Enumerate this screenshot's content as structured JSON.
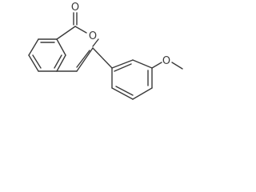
{
  "molecule": {
    "atom_labels": {
      "carbonyl_oxygen": "O",
      "ring_oxygen": "O",
      "ether_oxygen": "O"
    },
    "colors": {
      "bond": "#3a3a3a",
      "label": "#3a3a3a",
      "background": "#ffffff"
    }
  }
}
